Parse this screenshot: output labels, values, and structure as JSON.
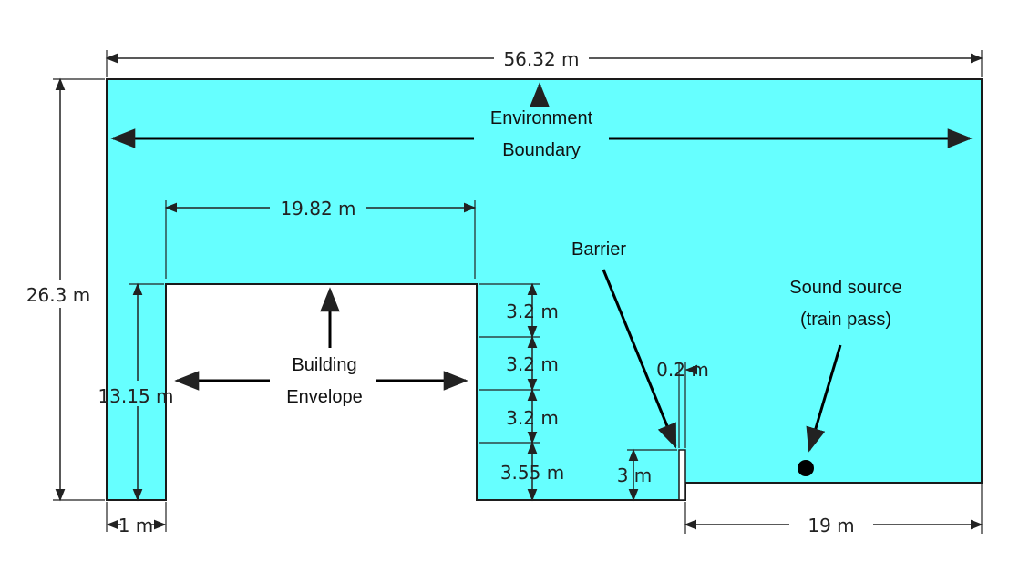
{
  "colors": {
    "domain_fill": "#66FFFF",
    "outline": "#1a1a1a",
    "background": "#FFFFFF",
    "source_dot": "#000000"
  },
  "dimensions": {
    "total_width": "56.32 m",
    "total_height": "26.3 m",
    "building_width": "19.82 m",
    "building_height": "13.15 m",
    "floor_1": "3.2 m",
    "floor_2": "3.2 m",
    "floor_3": "3.2 m",
    "floor_4": "3.55 m",
    "barrier_height": "3 m",
    "barrier_thickness": "0.2 m",
    "wall_thickness": "1 m",
    "source_distance": "19 m"
  },
  "labels": {
    "environment_line1": "Environment",
    "environment_line2": "Boundary",
    "building_line1": "Building",
    "building_line2": "Envelope",
    "barrier": "Barrier",
    "source_line1": "Sound source",
    "source_line2": "(train pass)"
  }
}
